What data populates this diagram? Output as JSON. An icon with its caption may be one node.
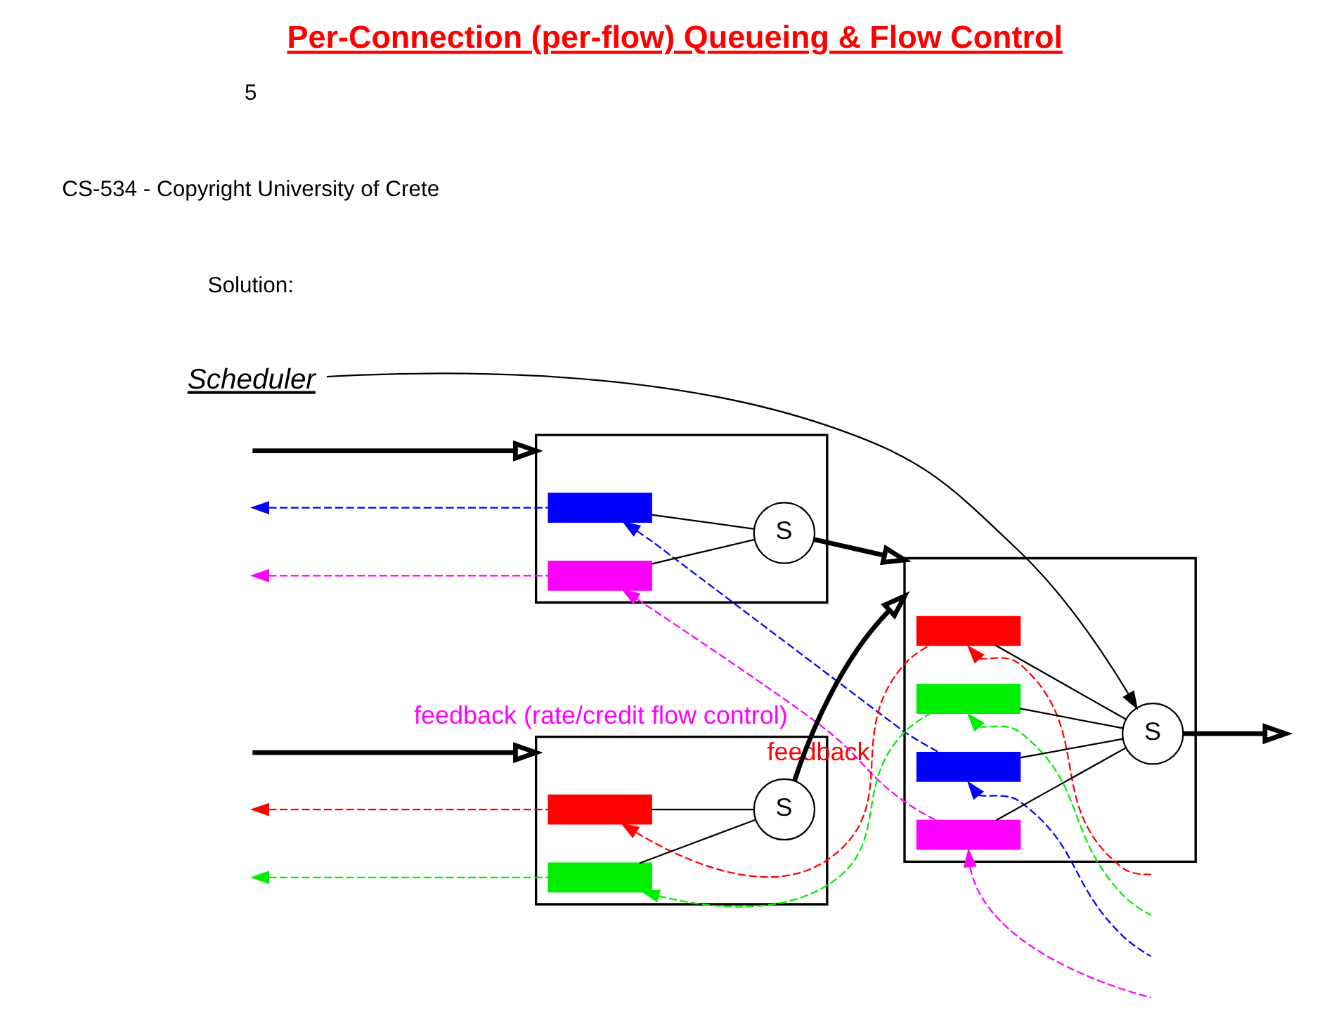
{
  "diagram": {
    "title": "Per-Connection (per-flow) Queueing & Flow Control",
    "nodes": [
      {
        "text": [],
        "shape": "box"
      },
      {
        "text": [],
        "shape": "bar",
        "in": 0
      },
      {
        "text": [],
        "shape": "bar",
        "in": 0
      },
      {
        "text": [
          "S"
        ],
        "in": 0
      },
      {
        "text": [],
        "shape": "box"
      },
      {
        "text": [],
        "shape": "bar",
        "in": 4
      },
      {
        "text": [],
        "shape": "bar",
        "in": 4
      },
      {
        "text": [
          "S"
        ],
        "in": 4
      },
      {
        "text": [],
        "shape": "box"
      },
      {
        "text": [],
        "shape": "bar",
        "in": 8
      },
      {
        "text": [],
        "shape": "bar",
        "in": 8
      },
      {
        "text": [],
        "shape": "bar",
        "in": 8
      },
      {
        "text": [],
        "shape": "bar",
        "in": 8
      },
      {
        "text": [
          "S"
        ],
        "in": 8
      },
      {
        "text": [
          "Scheduler"
        ]
      }
    ],
    "edges": [
      {
        "from": null,
        "to": 0,
        "arrow": "to",
        "style": "thick"
      },
      {
        "from": null,
        "to": 4,
        "arrow": "to",
        "style": "thick"
      },
      {
        "from": 1,
        "to": 3,
        "arrow": "none"
      },
      {
        "from": 2,
        "to": 3,
        "arrow": "none"
      },
      {
        "from": 5,
        "to": 7,
        "arrow": "none"
      },
      {
        "from": 6,
        "to": 7,
        "arrow": "none"
      },
      {
        "from": 9,
        "to": 13,
        "arrow": "none"
      },
      {
        "from": 10,
        "to": 13,
        "arrow": "none"
      },
      {
        "from": 11,
        "to": 13,
        "arrow": "none"
      },
      {
        "from": 12,
        "to": 13,
        "arrow": "none"
      },
      {
        "from": 3,
        "to": 8,
        "arrow": "to",
        "style": "thick"
      },
      {
        "from": 7,
        "to": 8,
        "arrow": "to",
        "style": "thick"
      },
      {
        "from": 13,
        "to": null,
        "arrow": "to",
        "style": "thick"
      },
      {
        "from": 9,
        "to": 1,
        "arrow": "to",
        "style": "dashed",
        "color": "#ff0000",
        "label": "feedback"
      },
      {
        "from": 10,
        "to": 2,
        "arrow": "to",
        "style": "dashed",
        "color": "#00ee00"
      },
      {
        "from": 11,
        "to": 5,
        "arrow": "to",
        "style": "dashed",
        "color": "#0000ff"
      },
      {
        "from": 12,
        "to": 6,
        "arrow": "to",
        "style": "dashed",
        "color": "#ff00ff",
        "label": "feedback (rate/credit flow control)"
      },
      {
        "from": 1,
        "to": null,
        "arrow": "to",
        "style": "dashed",
        "color": "#ff0000"
      },
      {
        "from": 2,
        "to": null,
        "arrow": "to",
        "style": "dashed",
        "color": "#00ee00"
      },
      {
        "from": 5,
        "to": null,
        "arrow": "to",
        "style": "dashed",
        "color": "#0000ff"
      },
      {
        "from": 6,
        "to": null,
        "arrow": "to",
        "style": "dashed",
        "color": "#ff00ff"
      },
      {
        "from": null,
        "to": 9,
        "arrow": "to",
        "style": "dashed",
        "color": "#ff0000"
      },
      {
        "from": null,
        "to": 10,
        "arrow": "to",
        "style": "dashed",
        "color": "#00ee00"
      },
      {
        "from": null,
        "to": 11,
        "arrow": "to",
        "style": "dashed",
        "color": "#0000ff"
      },
      {
        "from": null,
        "to": 12,
        "arrow": "to",
        "style": "dashed",
        "color": "#ff00ff"
      },
      {
        "from": 14,
        "to": 13,
        "arrow": "to"
      }
    ],
    "labels": [
      "Solution:",
      "CS-534 - Copyright University of Crete",
      "5"
    ]
  }
}
